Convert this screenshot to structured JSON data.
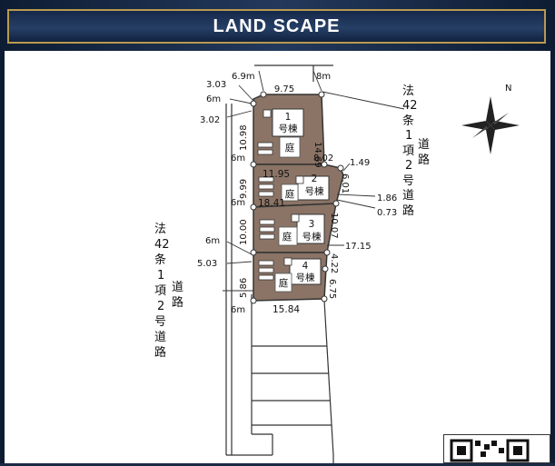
{
  "header": {
    "title": "LAND SCAPE"
  },
  "road_left": {
    "ho": "法",
    "num": "42",
    "jou": "条",
    "one": "1",
    "kou": "項",
    "two": "2",
    "gou": "号",
    "do": "道",
    "ro": "路",
    "side_do": "道",
    "side_ro": "路"
  },
  "road_right": {
    "ho": "法",
    "num": "42",
    "jou": "条",
    "one": "1",
    "kou": "項",
    "two": "2",
    "gou": "号",
    "do": "道",
    "ro": "路",
    "side_do": "道",
    "side_ro": "路"
  },
  "compass": {
    "label": "N"
  },
  "lots": [
    {
      "num": "1",
      "name": "号棟",
      "garden": "庭"
    },
    {
      "num": "2",
      "name": "号棟",
      "garden": "庭"
    },
    {
      "num": "3",
      "name": "号棟",
      "garden": "庭"
    },
    {
      "num": "4",
      "name": "号棟",
      "garden": "庭"
    }
  ],
  "dimensions": {
    "top_69": "6.9m",
    "top_975": "9.75",
    "top_8": "8m",
    "d303": "3.03",
    "d6a": "6m",
    "d302": "3.02",
    "d1098": "10.98",
    "d1469": "14.69",
    "d6b": "6m",
    "d802": "8.02",
    "d149": "1.49",
    "d1195": "11.95",
    "d999": "9.99",
    "d601": "6.01",
    "d6c": "6m",
    "d1841": "18.41",
    "d186": "1.86",
    "d073": "0.73",
    "d1000": "10.00",
    "d1007": "10.07",
    "d6d": "6m",
    "d1715": "17.15",
    "d503": "5.03",
    "d422": "4.22",
    "d586": "5.86",
    "d675": "6.75",
    "d6e": "6m",
    "d1584": "15.84"
  }
}
